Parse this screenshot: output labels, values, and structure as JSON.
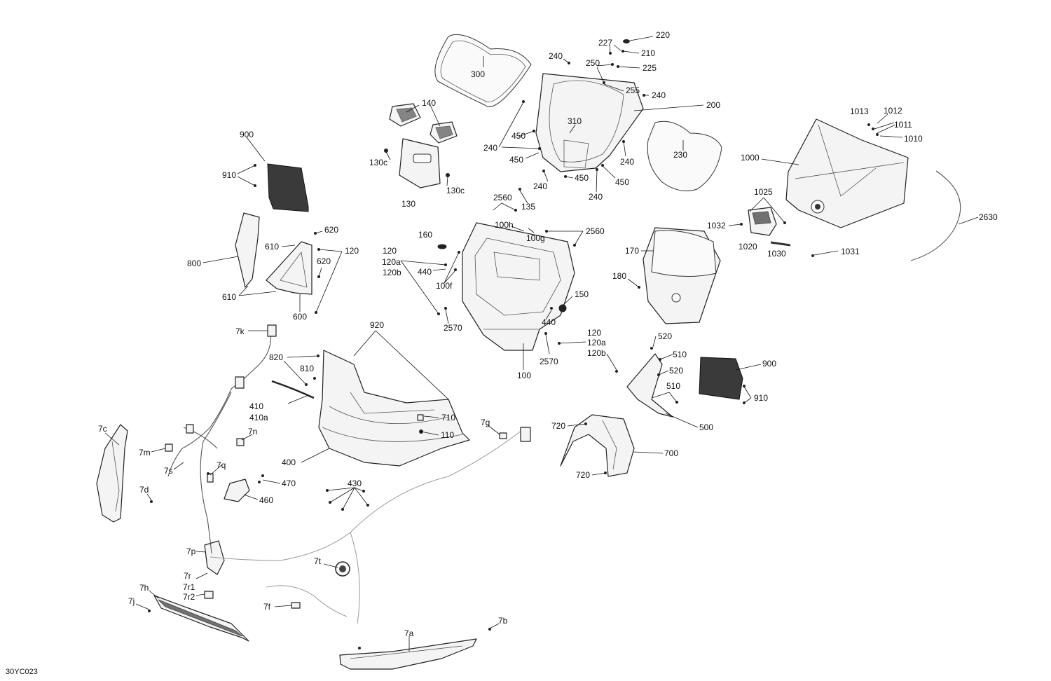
{
  "document_id": "30YC023",
  "callouts": [
    {
      "id": "c220",
      "text": "220"
    },
    {
      "id": "c227",
      "text": "227"
    },
    {
      "id": "c210",
      "text": "210"
    },
    {
      "id": "c240a",
      "text": "240"
    },
    {
      "id": "c250",
      "text": "250"
    },
    {
      "id": "c225",
      "text": "225"
    },
    {
      "id": "c300",
      "text": "300"
    },
    {
      "id": "c255",
      "text": "255"
    },
    {
      "id": "c240b",
      "text": "240"
    },
    {
      "id": "c140",
      "text": "140"
    },
    {
      "id": "c200",
      "text": "200"
    },
    {
      "id": "c310",
      "text": "310"
    },
    {
      "id": "c1013",
      "text": "1013"
    },
    {
      "id": "c1012",
      "text": "1012"
    },
    {
      "id": "c1011",
      "text": "1011"
    },
    {
      "id": "c1010",
      "text": "1010"
    },
    {
      "id": "c450a",
      "text": "450"
    },
    {
      "id": "c900a",
      "text": "900"
    },
    {
      "id": "c240c",
      "text": "240"
    },
    {
      "id": "c230",
      "text": "230"
    },
    {
      "id": "c1000",
      "text": "1000"
    },
    {
      "id": "c450b",
      "text": "450"
    },
    {
      "id": "c130c_a",
      "text": "130c"
    },
    {
      "id": "c240d",
      "text": "240"
    },
    {
      "id": "c450c",
      "text": "450"
    },
    {
      "id": "c910a",
      "text": "910"
    },
    {
      "id": "c240e",
      "text": "240"
    },
    {
      "id": "c450d",
      "text": "450"
    },
    {
      "id": "c130c_b",
      "text": "130c"
    },
    {
      "id": "c240f",
      "text": "240"
    },
    {
      "id": "c1025",
      "text": "1025"
    },
    {
      "id": "c2560a",
      "text": "2560"
    },
    {
      "id": "c130",
      "text": "130"
    },
    {
      "id": "c135",
      "text": "135"
    },
    {
      "id": "c2630",
      "text": "2630"
    },
    {
      "id": "c1032",
      "text": "1032"
    },
    {
      "id": "c100h",
      "text": "100h"
    },
    {
      "id": "c620a",
      "text": "620"
    },
    {
      "id": "c2560b",
      "text": "2560"
    },
    {
      "id": "c160",
      "text": "160"
    },
    {
      "id": "c100g",
      "text": "100g"
    },
    {
      "id": "c1020",
      "text": "1020"
    },
    {
      "id": "c610a",
      "text": "610"
    },
    {
      "id": "c120a_lbl",
      "text": "120"
    },
    {
      "id": "c120_l",
      "text": "120"
    },
    {
      "id": "c170",
      "text": "170"
    },
    {
      "id": "c1030",
      "text": "1030"
    },
    {
      "id": "c1031",
      "text": "1031"
    },
    {
      "id": "c120a_l",
      "text": "120a"
    },
    {
      "id": "c800",
      "text": "800"
    },
    {
      "id": "c620b",
      "text": "620"
    },
    {
      "id": "c440a",
      "text": "440"
    },
    {
      "id": "c120b_l",
      "text": "120b"
    },
    {
      "id": "c180",
      "text": "180"
    },
    {
      "id": "c100f",
      "text": "100f"
    },
    {
      "id": "c610b",
      "text": "610"
    },
    {
      "id": "c150",
      "text": "150"
    },
    {
      "id": "c600",
      "text": "600"
    },
    {
      "id": "c440b",
      "text": "440"
    },
    {
      "id": "c2570a",
      "text": "2570"
    },
    {
      "id": "c920",
      "text": "920"
    },
    {
      "id": "c7k",
      "text": "7k"
    },
    {
      "id": "c120_r",
      "text": "120"
    },
    {
      "id": "c520a",
      "text": "520"
    },
    {
      "id": "c120a_r",
      "text": "120a"
    },
    {
      "id": "c120b_r",
      "text": "120b"
    },
    {
      "id": "c510a",
      "text": "510"
    },
    {
      "id": "c820",
      "text": "820"
    },
    {
      "id": "c2570b",
      "text": "2570"
    },
    {
      "id": "c900b",
      "text": "900"
    },
    {
      "id": "c810",
      "text": "810"
    },
    {
      "id": "c100",
      "text": "100"
    },
    {
      "id": "c520b",
      "text": "520"
    },
    {
      "id": "c510b",
      "text": "510"
    },
    {
      "id": "c410",
      "text": "410"
    },
    {
      "id": "c910b",
      "text": "910"
    },
    {
      "id": "c410a",
      "text": "410a"
    },
    {
      "id": "c710",
      "text": "710"
    },
    {
      "id": "c7g",
      "text": "7g"
    },
    {
      "id": "c500",
      "text": "500"
    },
    {
      "id": "c7c",
      "text": "7c"
    },
    {
      "id": "c7n",
      "text": "7n"
    },
    {
      "id": "c720a",
      "text": "720"
    },
    {
      "id": "c110",
      "text": "110"
    },
    {
      "id": "c7m",
      "text": "7m"
    },
    {
      "id": "c700",
      "text": "700"
    },
    {
      "id": "c400",
      "text": "400"
    },
    {
      "id": "c7q",
      "text": "7q"
    },
    {
      "id": "c7s",
      "text": "7s"
    },
    {
      "id": "c720b",
      "text": "720"
    },
    {
      "id": "c470",
      "text": "470"
    },
    {
      "id": "c430",
      "text": "430"
    },
    {
      "id": "c7d",
      "text": "7d"
    },
    {
      "id": "c460",
      "text": "460"
    },
    {
      "id": "c7p",
      "text": "7p"
    },
    {
      "id": "c7t",
      "text": "7t"
    },
    {
      "id": "c7r",
      "text": "7r"
    },
    {
      "id": "c7r1",
      "text": "7r1"
    },
    {
      "id": "c7h",
      "text": "7h"
    },
    {
      "id": "c7r2",
      "text": "7r2"
    },
    {
      "id": "c7j",
      "text": "7j"
    },
    {
      "id": "c7f",
      "text": "7f"
    },
    {
      "id": "c7b",
      "text": "7b"
    },
    {
      "id": "c7a",
      "text": "7a"
    }
  ]
}
